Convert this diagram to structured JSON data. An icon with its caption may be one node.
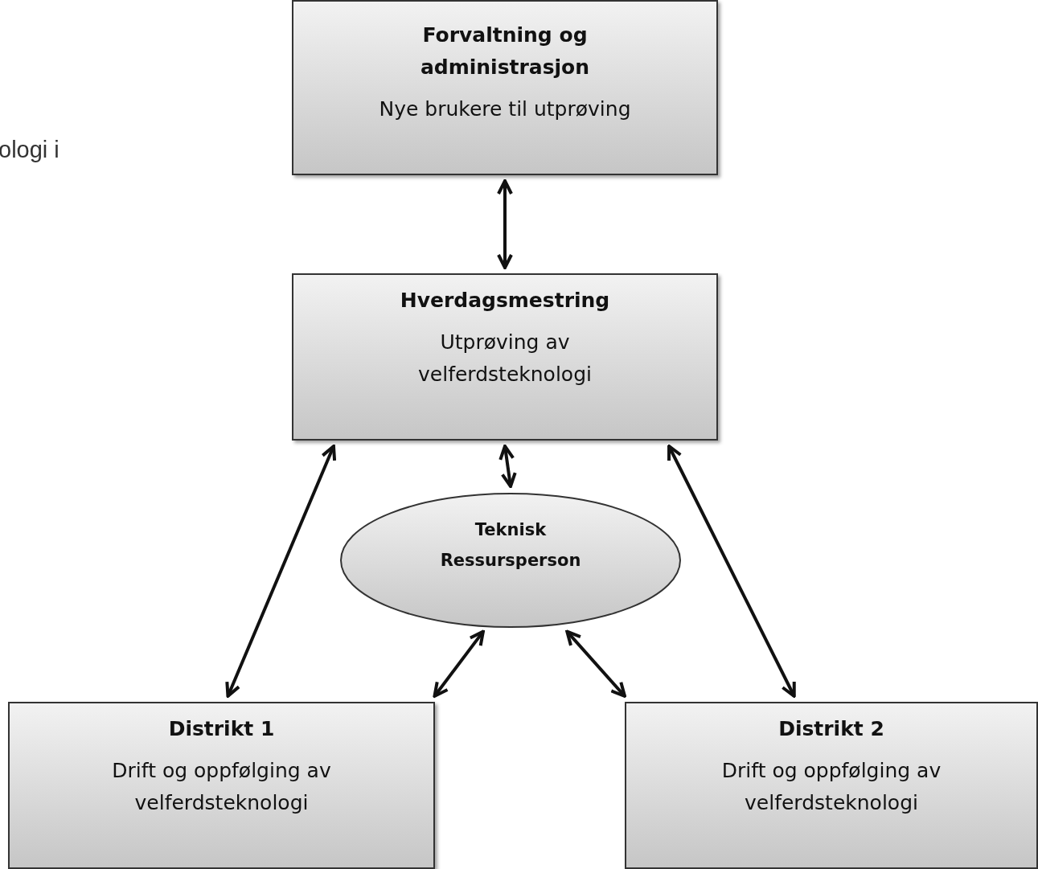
{
  "diagram": {
    "nodes": [
      {
        "text": [
          "Forvaltning og administrasjon",
          "Nye brukere til utprøving"
        ]
      },
      {
        "text": [
          "Hverdagsmestring",
          "Utprøving av velferdsteknologi"
        ]
      },
      {
        "text": [
          "Teknisk Ressursperson"
        ]
      },
      {
        "text": [
          "Distrikt 1",
          "Drift og oppfølging av velferdsteknologi"
        ]
      },
      {
        "text": [
          "Distrikt 2",
          "Drift og oppfølging av velferdsteknologi"
        ]
      }
    ],
    "edges": [
      {
        "from": 0,
        "to": 1,
        "arrow": "both"
      },
      {
        "from": 1,
        "to": 2,
        "arrow": "both"
      },
      {
        "from": 1,
        "to": 3,
        "arrow": "both"
      },
      {
        "from": 1,
        "to": 4,
        "arrow": "both"
      },
      {
        "from": 2,
        "to": 3,
        "arrow": "both"
      },
      {
        "from": 2,
        "to": 4,
        "arrow": "both"
      }
    ],
    "labels": [
      "ologi i"
    ]
  }
}
